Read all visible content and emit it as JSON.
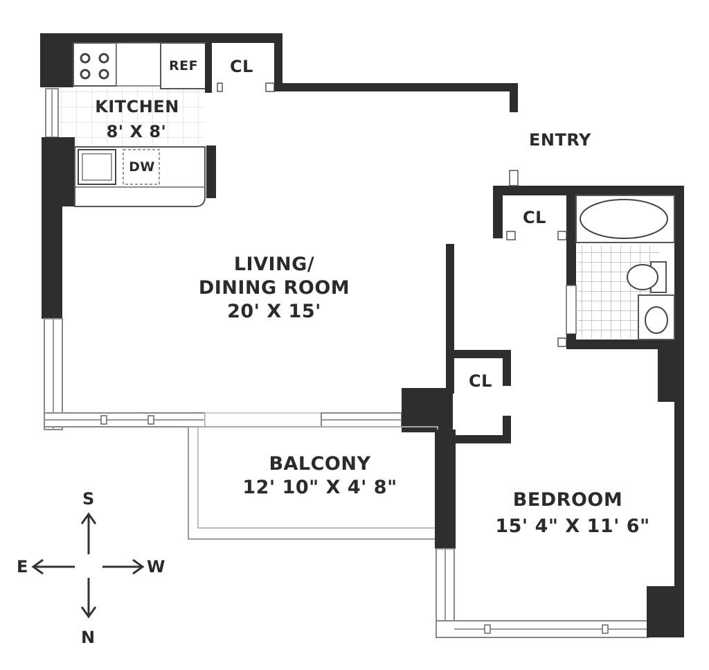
{
  "rooms": {
    "kitchen": {
      "name": "KITCHEN",
      "size": "8' X 8'"
    },
    "living": {
      "name_line1": "LIVING/",
      "name_line2": "DINING ROOM",
      "size": "20' X 15'"
    },
    "balcony": {
      "name": "BALCONY",
      "size": "12' 10\" X 4' 8\""
    },
    "bedroom": {
      "name": "BEDROOM",
      "size": "15' 4\" X 11' 6\""
    },
    "entry": {
      "name": "ENTRY"
    }
  },
  "fixtures": {
    "refrigerator": "REF",
    "dishwasher": "DW",
    "closet_kitchen": "CL",
    "closet_entry": "CL",
    "closet_bedroom": "CL"
  },
  "compass": {
    "up": "S",
    "down": "N",
    "left": "E",
    "right": "W"
  },
  "colors": {
    "wall": "#2e2e2e",
    "window": "#9a9a9a",
    "text": "#2b2b2b",
    "tile": "#b5b5b5"
  }
}
